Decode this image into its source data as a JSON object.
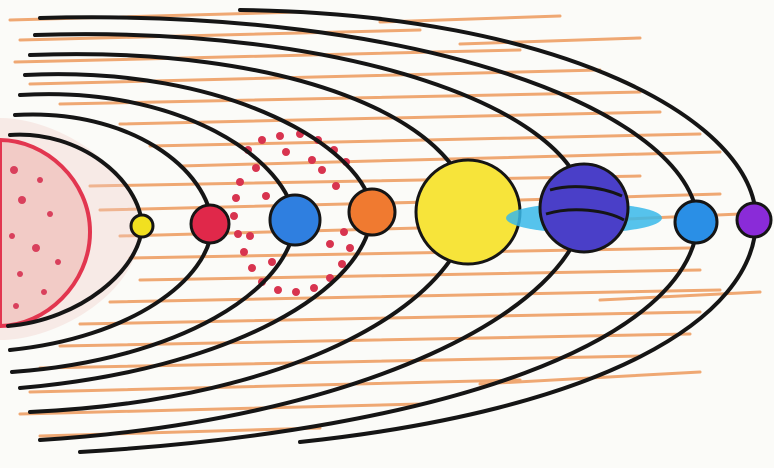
{
  "scene": {
    "paper_color": "#fbfbf8",
    "hatch_color": "#ee9a5c",
    "orbit_color": "#151515",
    "sun": {
      "fill": "#f2cbc6",
      "rim": "#e2364f",
      "spots": "#d9405c"
    },
    "asteroid_belt": {
      "color": "#d8344f"
    },
    "bodies": [
      {
        "name": "mercury",
        "icon": "yellow-dot",
        "fill": "#f1e020"
      },
      {
        "name": "venus",
        "icon": "red-dot",
        "fill": "#e0284a"
      },
      {
        "name": "earth",
        "icon": "blue-dot",
        "fill": "#2f7fe0"
      },
      {
        "name": "mars",
        "icon": "orange-dot",
        "fill": "#f07a30"
      },
      {
        "name": "jupiter",
        "icon": "large-yellow-dot",
        "fill": "#f7e43a"
      },
      {
        "name": "saturn",
        "icon": "ringed-planet",
        "fill": "#4a3fc8",
        "ring": "#38b8ea"
      },
      {
        "name": "uranus",
        "icon": "blue-dot",
        "fill": "#2a8fe6"
      },
      {
        "name": "neptune",
        "icon": "purple-dot",
        "fill": "#8a2bd8"
      }
    ]
  }
}
